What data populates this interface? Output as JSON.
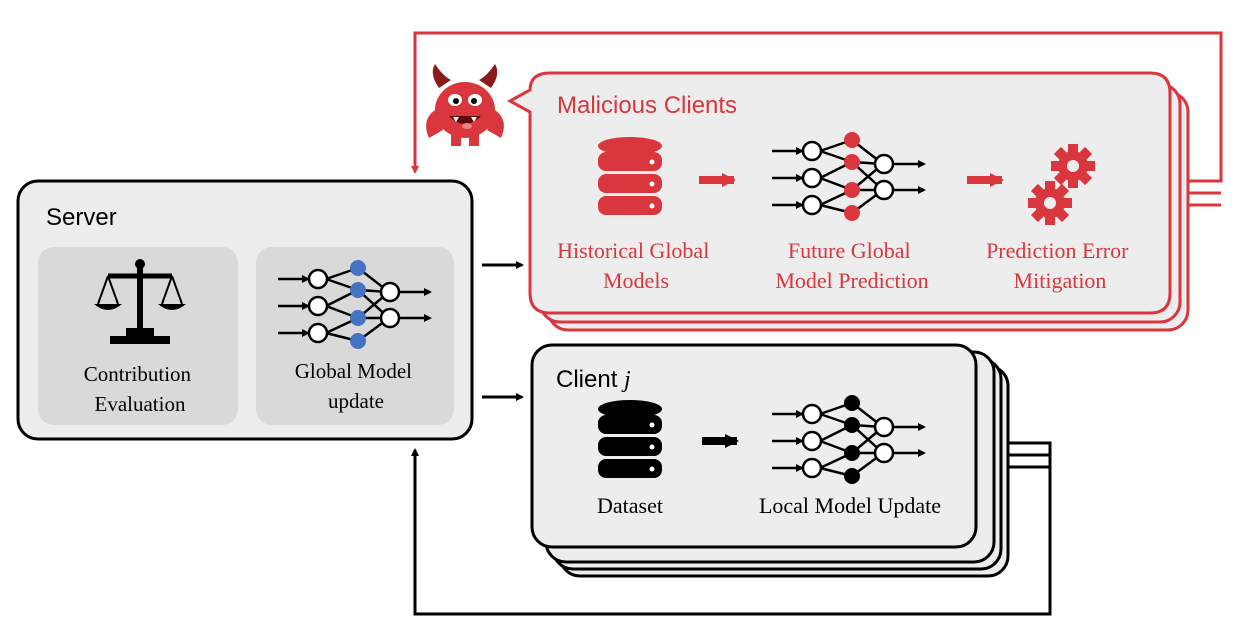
{
  "server": {
    "title": "Server",
    "contribution": {
      "line1": "Contribution",
      "line2": "Evaluation"
    },
    "global_update": {
      "line1": "Global Model",
      "line2": "update"
    }
  },
  "malicious": {
    "title": "Malicious Clients",
    "historical": {
      "line1": "Historical Global",
      "line2": "Models"
    },
    "future": {
      "line1": "Future Global",
      "line2": "Model Prediction"
    },
    "mitigation": {
      "line1": "Prediction Error",
      "line2": "Mitigation"
    }
  },
  "client": {
    "title_prefix": "Client ",
    "title_var": "j",
    "dataset": "Dataset",
    "local_update": "Local Model Update"
  },
  "colors": {
    "red": "#d9363e",
    "blue": "#4472c4",
    "black": "#000000",
    "panel_bg": "#ededed",
    "inner_bg": "#d9d9d9"
  },
  "icons": [
    "scale-icon",
    "neural-network-icon",
    "database-icon",
    "gears-icon",
    "devil-icon",
    "arrow-right-icon"
  ]
}
